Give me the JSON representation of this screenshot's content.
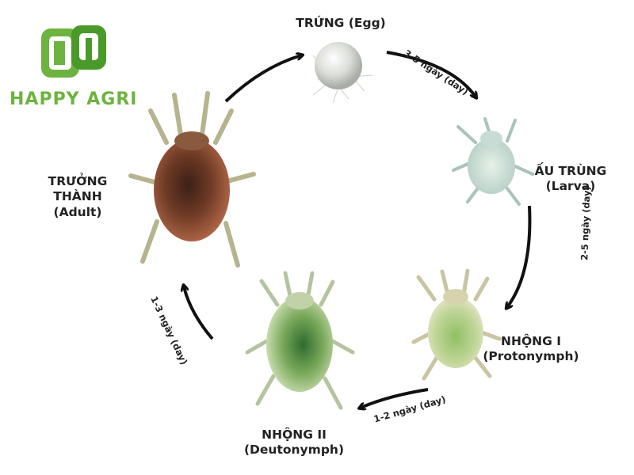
{
  "brand": {
    "name": "HAPPY AGRI",
    "color": "#6cb33f"
  },
  "stages": {
    "egg": {
      "line1": "TRỨNG (Egg)",
      "line2": ""
    },
    "larva": {
      "line1": "ẤU TRÙNG",
      "line2": "(Larva)"
    },
    "proto": {
      "line1": "NHỘNG I",
      "line2": "(Protonymph)"
    },
    "deuto": {
      "line1": "NHỘNG II",
      "line2": "(Deutonymph)"
    },
    "adult": {
      "line1": "TRƯỞNG",
      "line2": "THÀNH",
      "line3": "(Adult)"
    }
  },
  "durations": {
    "egg_to_larva": "3-5 ngày (day)",
    "larva_to_proto": "2-5 ngày (day)",
    "proto_to_deuto": "1-2 ngày (day)",
    "deuto_to_adult": "1-3 ngày (day)"
  },
  "icons": {
    "logo": "happy-agri-logo-icon",
    "egg": "mite-egg-icon",
    "larva": "mite-larva-icon",
    "proto": "mite-protonymph-icon",
    "deuto": "mite-deutonymph-icon",
    "adult": "mite-adult-icon"
  }
}
